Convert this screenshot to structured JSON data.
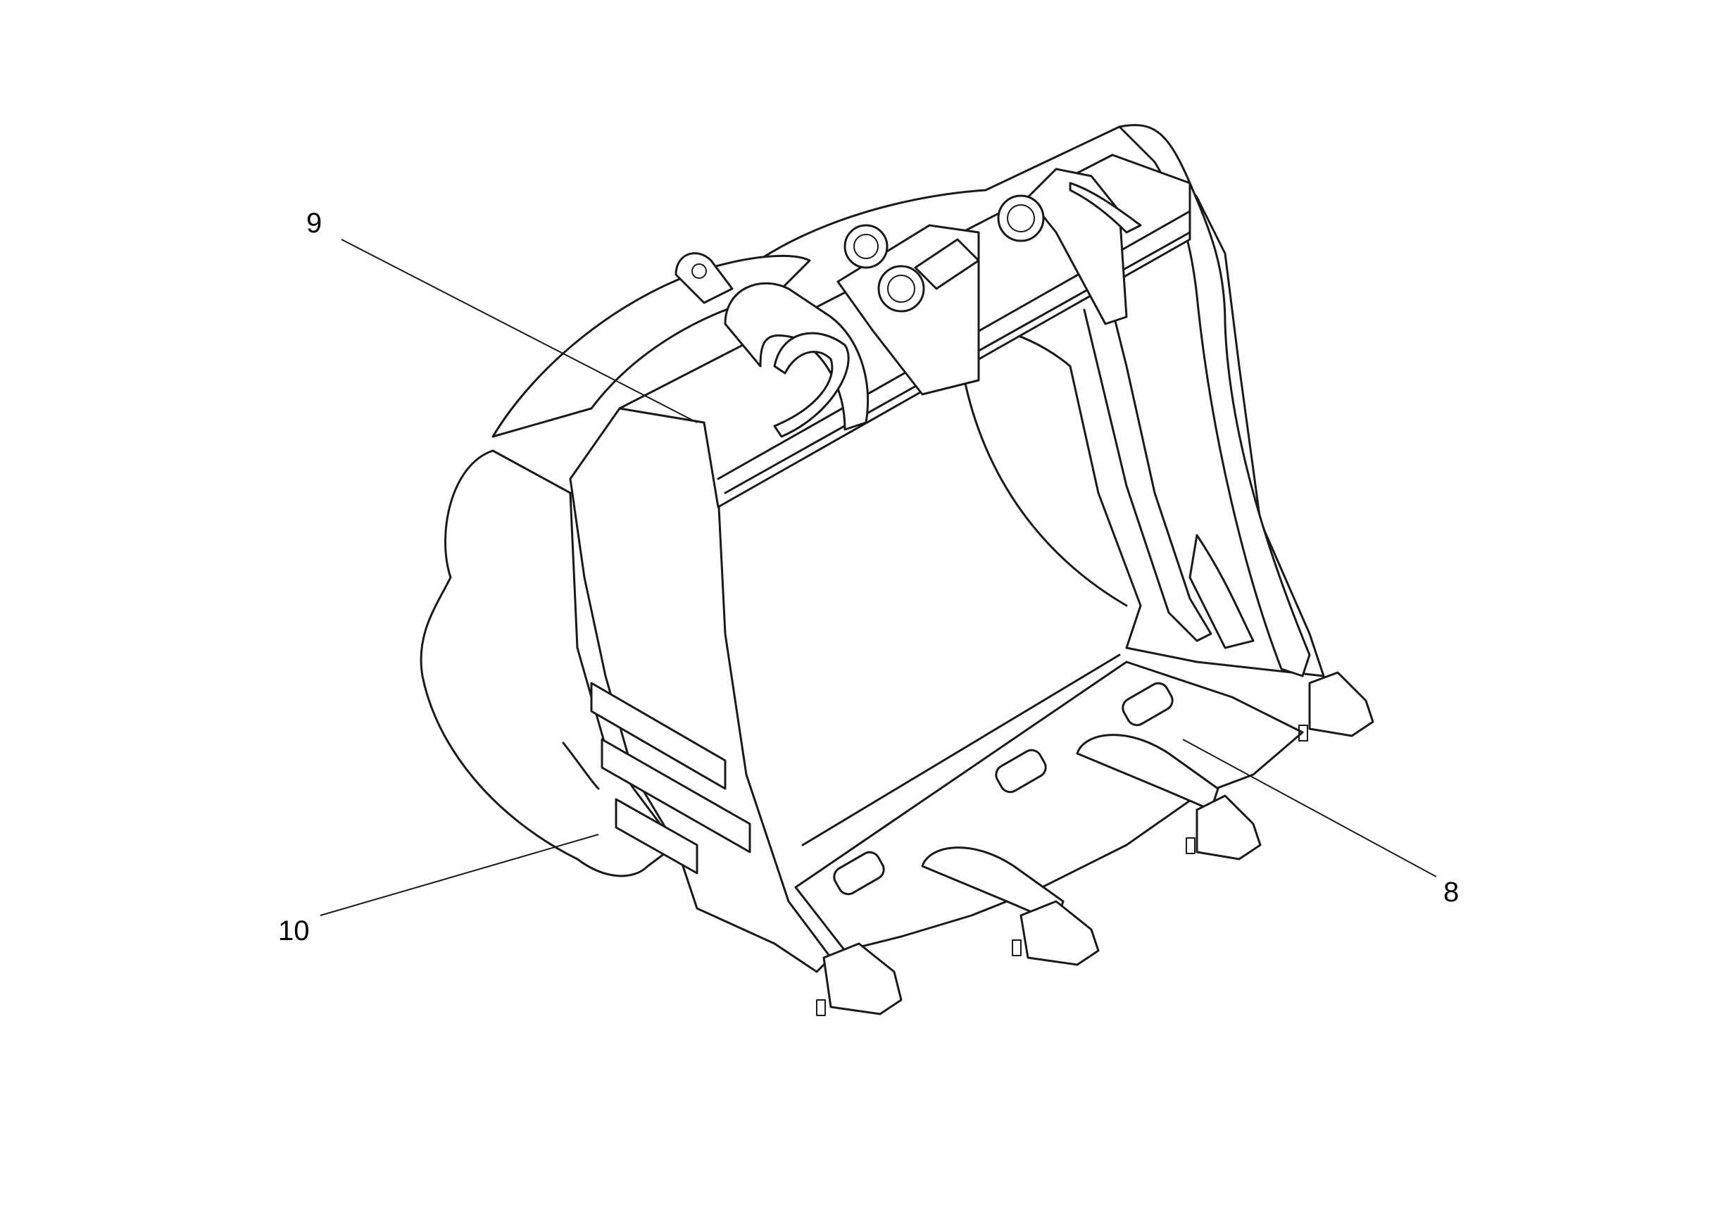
{
  "diagram": {
    "callouts": [
      {
        "id": "callout-9",
        "label": "9"
      },
      {
        "id": "callout-10",
        "label": "10"
      },
      {
        "id": "callout-8",
        "label": "8"
      }
    ]
  }
}
